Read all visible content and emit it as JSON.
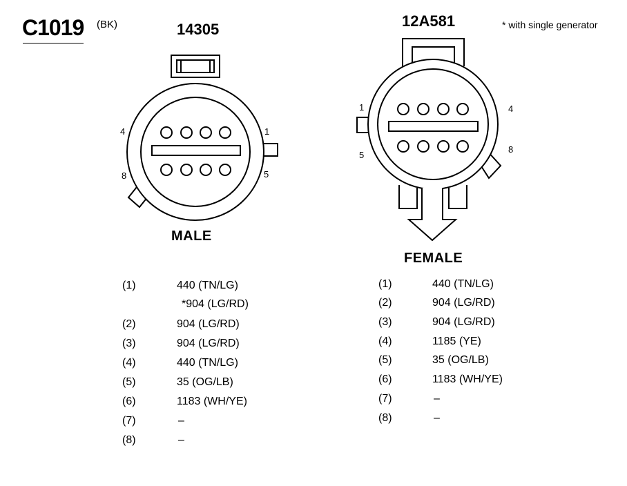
{
  "connector": {
    "id": "C1019",
    "color_code": "(BK)"
  },
  "footnote": "* with single generator",
  "male": {
    "part_number": "14305",
    "label": "MALE",
    "pin_labels": {
      "p1": "1",
      "p4": "4",
      "p5": "5",
      "p8": "8"
    },
    "pins": [
      {
        "num": "(1)",
        "wire": "440 (TN/LG)"
      },
      {
        "num": "",
        "wire": "*904 (LG/RD)"
      },
      {
        "num": "(2)",
        "wire": "904 (LG/RD)"
      },
      {
        "num": "(3)",
        "wire": "904 (LG/RD)"
      },
      {
        "num": "(4)",
        "wire": "440 (TN/LG)"
      },
      {
        "num": "(5)",
        "wire": "35 (OG/LB)"
      },
      {
        "num": "(6)",
        "wire": "1183 (WH/YE)"
      },
      {
        "num": "(7)",
        "wire": "–"
      },
      {
        "num": "(8)",
        "wire": "–"
      }
    ]
  },
  "female": {
    "part_number": "12A581",
    "label": "FEMALE",
    "pin_labels": {
      "p1": "1",
      "p4": "4",
      "p5": "5",
      "p8": "8"
    },
    "pins": [
      {
        "num": "(1)",
        "wire": "440 (TN/LG)"
      },
      {
        "num": "(2)",
        "wire": "904 (LG/RD)"
      },
      {
        "num": "(3)",
        "wire": "904 (LG/RD)"
      },
      {
        "num": "(4)",
        "wire": "1185 (YE)"
      },
      {
        "num": "(5)",
        "wire": "35 (OG/LB)"
      },
      {
        "num": "(6)",
        "wire": "1183 (WH/YE)"
      },
      {
        "num": "(7)",
        "wire": "–"
      },
      {
        "num": "(8)",
        "wire": "–"
      }
    ]
  }
}
